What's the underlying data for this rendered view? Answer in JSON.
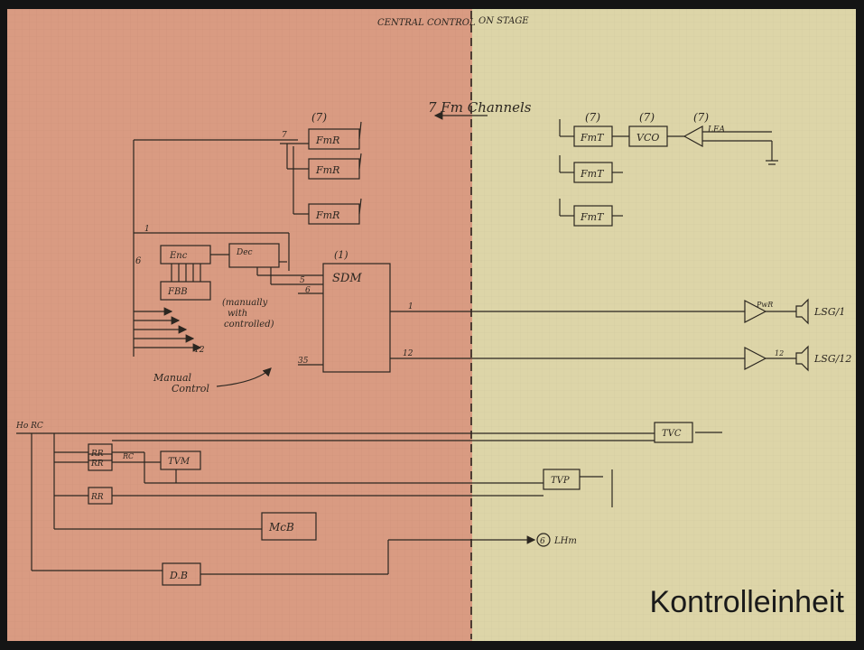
{
  "caption": "Kontrolleinheit",
  "zones": {
    "left": "CENTRAL CONTROL",
    "right": "ON STAGE"
  },
  "channels_label": "7 Fm Channels",
  "counts": {
    "fmr": "(7)",
    "fmt": "(7)",
    "vco": "(7)",
    "lea": "(7)",
    "sdm": "(1)"
  },
  "blocks": {
    "fmr": "FmR",
    "fmt": "FmT",
    "vco": "VCO",
    "lea": "LEA",
    "enc": "Enc",
    "fbb": "FBB",
    "dec": "Dec",
    "sdm": "SDM",
    "rr": "RR",
    "tvm": "TVM",
    "tvp": "TVP",
    "tvc": "TVC",
    "mcb": "McB",
    "dib": "D.B",
    "pwr": "PwR"
  },
  "labels": {
    "manually": "(manually",
    "note_with": "with",
    "controlled": "controlled)",
    "manual_control": "Manual",
    "manual_control2": "Control",
    "lsg1": "LSG/1",
    "lsg12": "LSG/12",
    "lhm": "LHm",
    "ho_rc": "Ho RC",
    "rc": "RC",
    "n7": "7",
    "n1": "1",
    "n6": "6",
    "n5": "5",
    "n35": "35",
    "n12": "12",
    "n6b": "6",
    "out1": "1",
    "out12": "12",
    "circ6": "6"
  },
  "colors": {
    "left_zone": "#d99b82",
    "right_zone": "#ddd5a8",
    "ink": "#2b2620"
  }
}
